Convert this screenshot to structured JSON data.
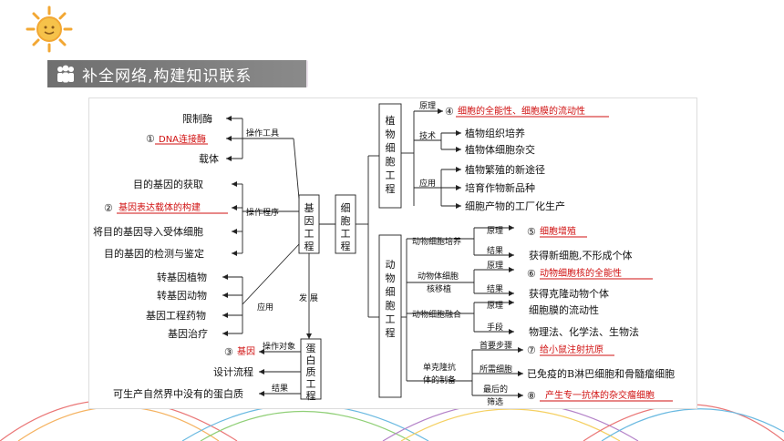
{
  "banner": {
    "title": "补全网络,构建知识联系"
  },
  "colors": {
    "answer": "#d01010",
    "banner": "#7a7a7a",
    "line": "#222222"
  },
  "left": {
    "tools": [
      "限制酶",
      "DNA连接酶",
      "载体"
    ],
    "tools_label": "操作工具",
    "circle1": "①",
    "procedure": [
      "目的基因的获取",
      "基因表达载体的构建",
      "将目的基因导入受体细胞",
      "目的基因的检测与鉴定"
    ],
    "procedure_label": "操作程序",
    "circle2": "②",
    "apps": [
      "转基因植物",
      "转基因动物",
      "基因工程药物",
      "基因治疗"
    ],
    "apps_label": "应用",
    "dev_label": "发 展",
    "gene_eng": "基因工程",
    "cell_eng": "细胞工程",
    "protein_eng": "蛋白质工程",
    "protein_obj_label": "操作对象",
    "circle3": "③",
    "protein_obj": "基因",
    "design": "设计流程",
    "result_label": "结果",
    "protein_result": "可生产自然界中没有的蛋白质"
  },
  "plant": {
    "title": "植物细胞工程",
    "principle_label": "原理",
    "circle4": "④",
    "principle": "细胞的全能性、细胞膜的流动性",
    "tech_label": "技术",
    "techs": [
      "植物组织培养",
      "植物体细胞杂交"
    ],
    "app_label": "应用",
    "apps": [
      "植物繁殖的新途径",
      "培育作物新品种",
      "细胞产物的工厂化生产"
    ]
  },
  "animal": {
    "title": "动物细胞工程",
    "culture": "动物细胞培养",
    "principle_label": "原理",
    "circle5": "⑤",
    "culture_principle": "细胞增殖",
    "result_label": "结果",
    "culture_result": "获得新细胞,不形成个体",
    "transfer": [
      "动物体细胞",
      "核移植"
    ],
    "circle6": "⑥",
    "transfer_principle": "动物细胞核的全能性",
    "transfer_result": "获得克隆动物个体",
    "fusion": "动物细胞融合",
    "fusion_principle": "细胞膜的流动性",
    "means_label": "手段",
    "fusion_means": "物理法、化学法、生物法",
    "mab": [
      "单克隆抗",
      "体的制备"
    ],
    "step1_label": "首要步骤",
    "circle7": "⑦",
    "step1": "给小鼠注射抗原",
    "cells_label": "所需细胞",
    "cells": "已免疫的B淋巴细胞和骨髓瘤细胞",
    "final_label": [
      "最后的",
      "筛选"
    ],
    "circle8": "⑧",
    "final": "产生专一抗体的杂交瘤细胞"
  }
}
